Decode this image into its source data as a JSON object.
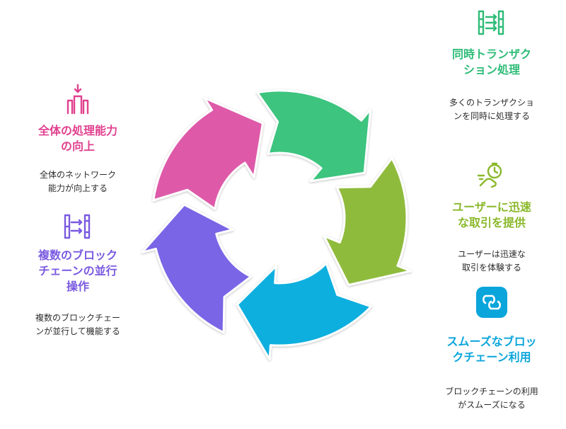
{
  "colors": {
    "green": "#3cc47f",
    "olive": "#8fbb3c",
    "cyan": "#0aafdf",
    "purple": "#7a65e6",
    "pink": "#de5aa9"
  },
  "items": [
    {
      "key": "throughput",
      "title": "全体の処理能力\nの向上",
      "desc": "全体のネットワーク\n能力が向上する",
      "color": "#e0418f",
      "icon": "funnel-arrow-icon"
    },
    {
      "key": "parallel",
      "title": "複数のブロック\nチェーンの並行\n操作",
      "desc": "複数のブロックチェー\nンが並行して機能する",
      "color": "#7a5ae0",
      "icon": "parallel-blocks-icon"
    },
    {
      "key": "simultaneous",
      "title": "同時トランザク\nション処理",
      "desc": "多くのトランザクショ\nンを同時に処理する",
      "color": "#2fbc78",
      "icon": "parallel-transactions-icon"
    },
    {
      "key": "fast",
      "title": "ユーザーに迅速\nな取引を提供",
      "desc": "ユーザーは迅速な\n取引を体験する",
      "color": "#8ab82a",
      "icon": "fast-hand-icon"
    },
    {
      "key": "smooth",
      "title": "スムーズなブロッ\nクチェーン利用",
      "desc": "ブロックチェーンの利用\nがスムーズになる",
      "color": "#0aa5db",
      "icon": "smooth-link-icon"
    }
  ]
}
